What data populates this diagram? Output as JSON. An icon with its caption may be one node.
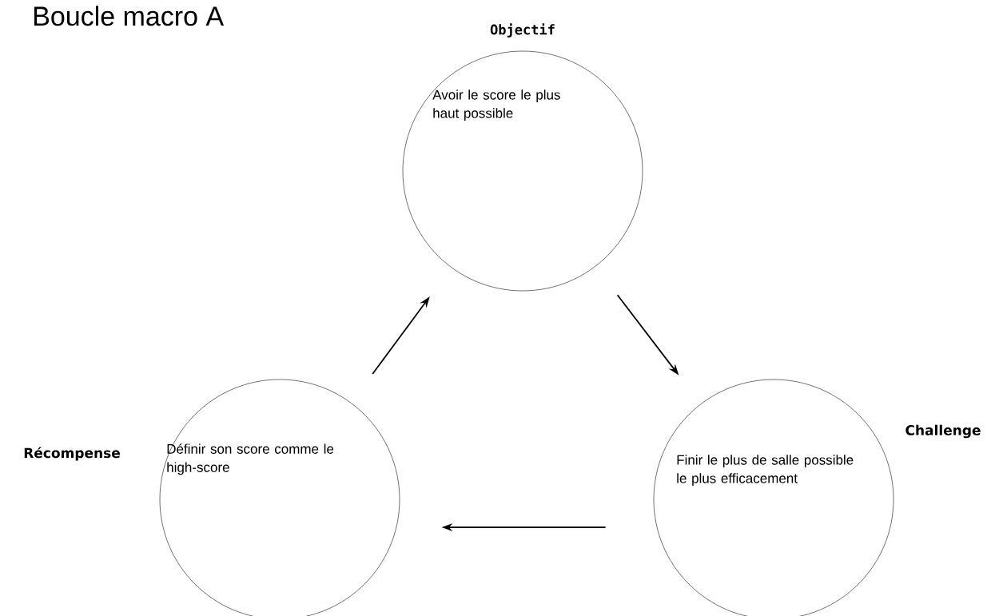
{
  "diagram": {
    "title": "Boucle macro A",
    "nodes": [
      {
        "text": [
          "Objectif",
          "Avoir le score le plus haut possible"
        ]
      },
      {
        "text": [
          "Challenge",
          "Finir le plus de salle possible le plus efficacement"
        ]
      },
      {
        "text": [
          "Récompense",
          "Définir son score comme le high-score"
        ]
      }
    ],
    "edges": [
      {
        "from": 0,
        "to": 1,
        "arrow": "to"
      },
      {
        "from": 1,
        "to": 2,
        "arrow": "to"
      },
      {
        "from": 2,
        "to": 0,
        "arrow": "to"
      }
    ]
  }
}
